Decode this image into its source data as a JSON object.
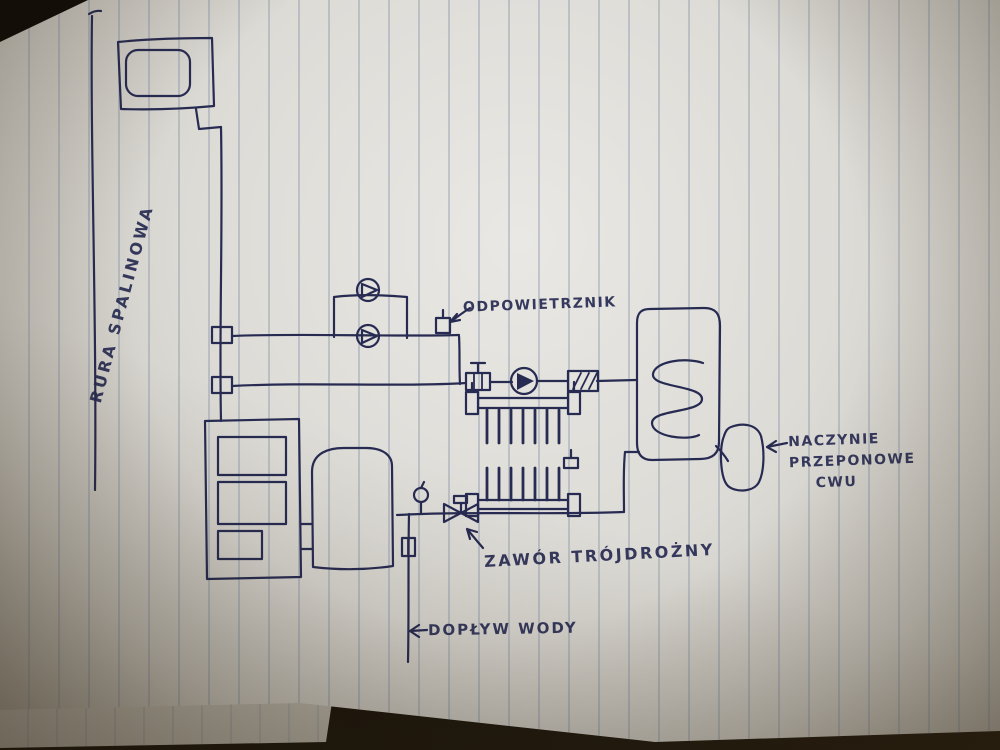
{
  "scene": {
    "subject": "Hand-drawn central heating and hot-water system schematic sketched in pen on vertically-ruled notebook paper, photographed on a dark table",
    "ink_color": "#272b52",
    "paper_color": "#dcdad4",
    "background_color": "#151109"
  },
  "labels": {
    "flue_pipe": "RURA SPALINOWA",
    "air_vent": "ODPOWIETRZNIK",
    "expansion_vessel": [
      "NACZYNIE",
      "PRZEPONOWE",
      "CWU"
    ],
    "three_way_valve": "ZAWÓR TRÓJDROŻNY",
    "water_inlet": "DOPŁYW WODY"
  }
}
